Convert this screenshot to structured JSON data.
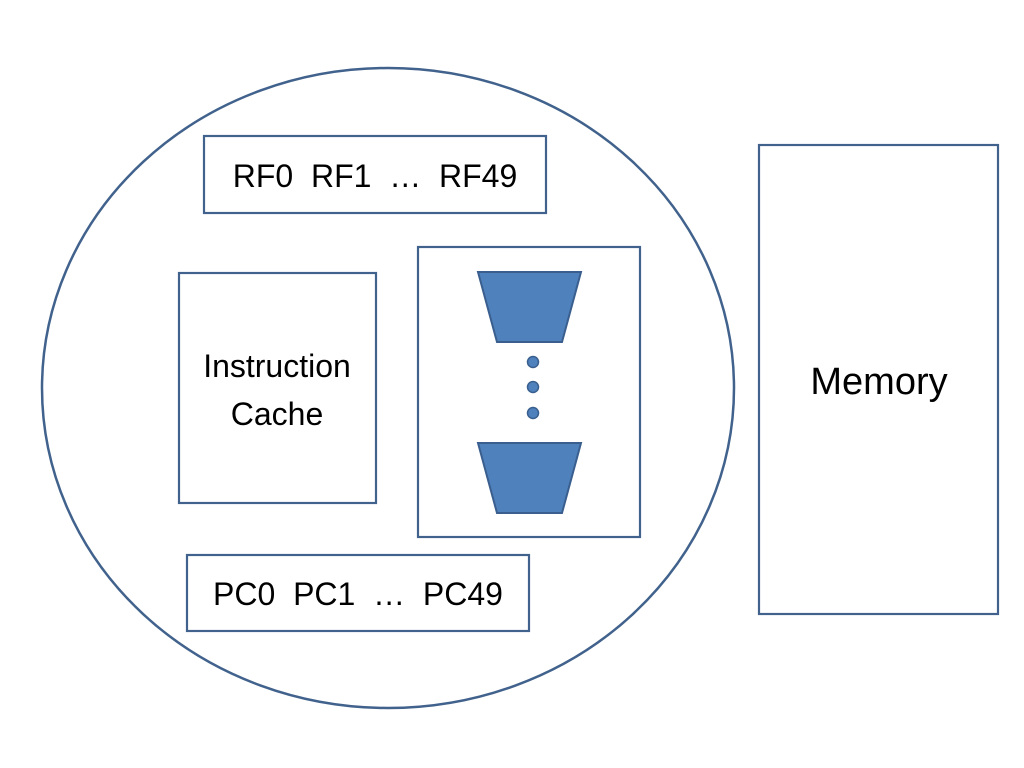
{
  "diagram": {
    "register_file": {
      "label": "RF0  RF1  …  RF49"
    },
    "instruction_cache": {
      "line1": "Instruction",
      "line2": "Cache"
    },
    "program_counters": {
      "label": "PC0  PC1  …  PC49"
    },
    "memory": {
      "label": "Memory"
    },
    "colors": {
      "outline": "#41628C",
      "trapezoid_fill": "#4F81BD",
      "trapezoid_stroke": "#3A5F8E",
      "dot_fill": "#4F81BD",
      "text": "#000000",
      "background": "#FFFFFF"
    }
  }
}
